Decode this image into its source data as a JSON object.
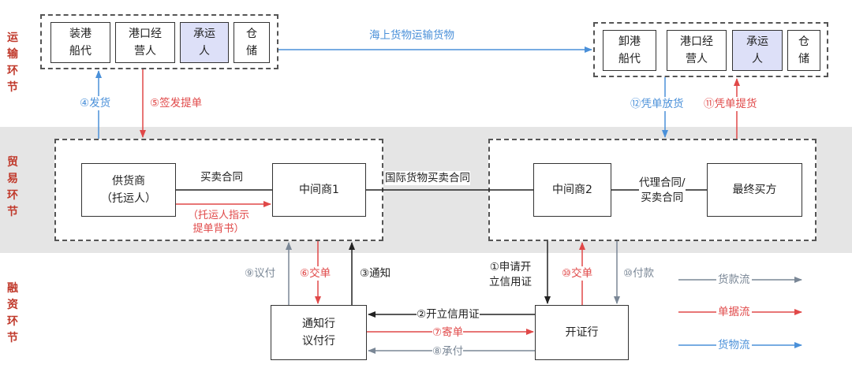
{
  "bands": {
    "transport": "运\n输\n环\n节",
    "trade": "贸\n易\n环\n节",
    "finance": "融\n资\n环\n节"
  },
  "origin_group": [
    "装港\n船代",
    "港口经\n营人",
    "承运\n人",
    "仓\n储"
  ],
  "dest_group": [
    "卸港\n船代",
    "港口经\n营人",
    "承运\n人",
    "仓\n储"
  ],
  "trade": {
    "supplier": "供货商\n（托运人）",
    "middleman1": "中间商1",
    "middleman2": "中间商2",
    "final_buyer": "最终买方",
    "sales_contract": "买卖合同",
    "endorse_note": "（托运人指示\n提单背书）",
    "intl_contract": "国际货物买卖合同",
    "agency_contract": "代理合同/\n买卖合同"
  },
  "finance": {
    "advising_bank": "通知行\n议付行",
    "issuing_bank": "开证行"
  },
  "flows": {
    "sea_transport": "海上货物运输货物",
    "step4": "④发货",
    "step5": "⑤签发提单",
    "step12": "⑫凭单放货",
    "step11": "⑪凭单提货",
    "step9": "⑨议付",
    "step6": "⑥交单",
    "step3": "③通知",
    "step1": "①申请开\n立信用证",
    "step10a": "⑩交单",
    "step10b": "⑩付款",
    "step2": "②开立信用证",
    "step7": "⑦寄单",
    "step8": "⑧承付"
  },
  "legend": {
    "payment": "货款流",
    "document": "单据流",
    "goods": "货物流"
  },
  "colors": {
    "goods": "#4a90d9",
    "document": "#e04848",
    "payment": "#7a8796",
    "notice": "#222222",
    "band_bg": "#e5e5e5",
    "highlight": "#dde0f8"
  }
}
